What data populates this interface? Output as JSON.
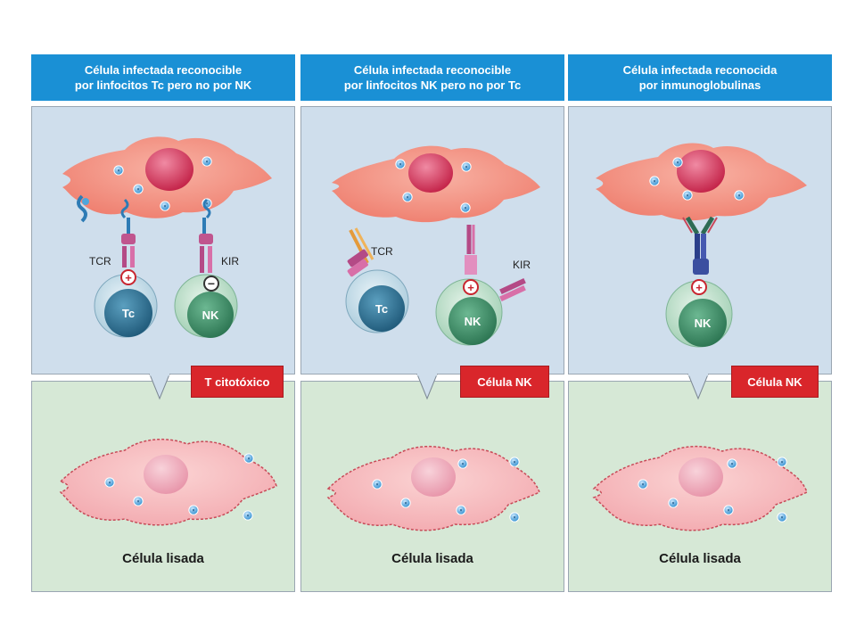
{
  "panels": [
    {
      "header": [
        "Célula infectada reconocible",
        "por linfocitos Tc pero no por NK"
      ],
      "tag": "T citotóxico",
      "result": "Célula lisada",
      "labels": {
        "tcr": "TCR",
        "kir": "KIR",
        "tc": "Tc",
        "nk": "NK"
      },
      "signs": {
        "activation": "+",
        "inhibition": "−"
      }
    },
    {
      "header": [
        "Célula infectada reconocible",
        "por linfocitos NK pero no por Tc"
      ],
      "tag": "Célula NK",
      "result": "Célula lisada",
      "labels": {
        "tcr": "TCR",
        "kir": "KIR",
        "tc": "Tc",
        "nk": "NK"
      },
      "signs": {
        "activation": "+"
      }
    },
    {
      "header": [
        "Célula infectada reconocida",
        "por inmunoglobulinas"
      ],
      "tag": "Célula NK",
      "result": "Célula lisada",
      "labels": {
        "nk": "NK"
      },
      "signs": {
        "activation": "+"
      }
    }
  ],
  "colors": {
    "header_bg": "#1a90d5",
    "top_bg": "#cfdeec",
    "bottom_bg": "#d6e8d6",
    "tag_bg": "#d9262b",
    "infected_cell": "#f08c7e",
    "lysed_cell": "#f6b9b9",
    "nucleus": "#d83a5c",
    "tc_cell": "#3a7a98",
    "nk_cell": "#4c9a72"
  }
}
